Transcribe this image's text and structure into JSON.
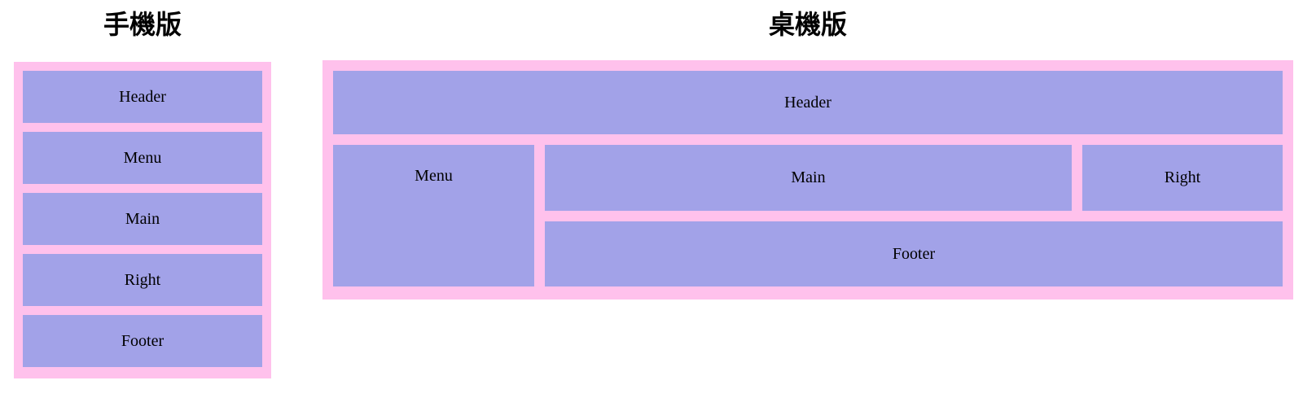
{
  "colors": {
    "container_pink": "#ffc1ec",
    "box_purple": "#a2a2e8",
    "label_text": "#000000",
    "title_text": "#000000",
    "page_background": "#ffffff"
  },
  "mobile": {
    "title": "手機版",
    "boxes": [
      {
        "label": "Header"
      },
      {
        "label": "Menu"
      },
      {
        "label": "Main"
      },
      {
        "label": "Right"
      },
      {
        "label": "Footer"
      }
    ]
  },
  "desktop": {
    "title": "桌機版",
    "boxes": [
      {
        "label": "Header"
      },
      {
        "label": "Menu"
      },
      {
        "label": "Main"
      },
      {
        "label": "Right"
      },
      {
        "label": "Footer"
      }
    ]
  }
}
